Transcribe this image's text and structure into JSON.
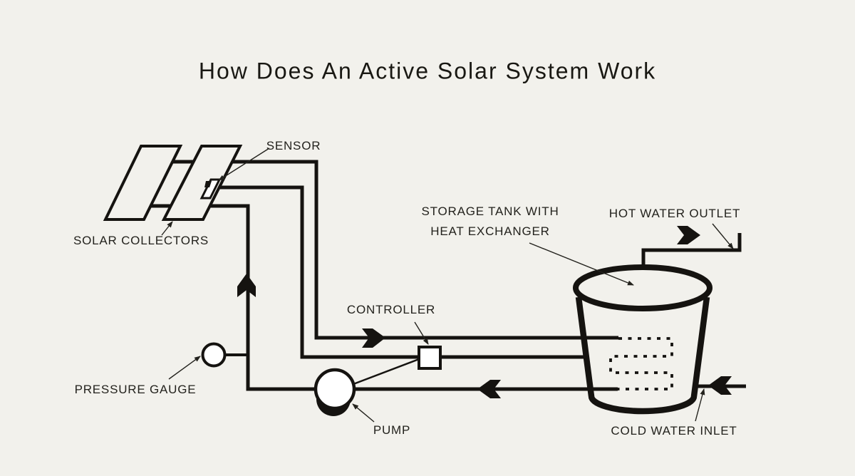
{
  "title": "How Does An Active Solar System Work",
  "labels": {
    "sensor": "SENSOR",
    "solar_collectors": "SOLAR COLLECTORS",
    "storage_tank_line1": "STORAGE TANK WITH",
    "storage_tank_line2": "HEAT EXCHANGER",
    "hot_water_outlet": "HOT WATER OUTLET",
    "controller": "CONTROLLER",
    "pressure_gauge": "PRESSURE GAUGE",
    "pump": "PUMP",
    "cold_water_inlet": "COLD WATER INLET"
  },
  "colors": {
    "background": "#f2f1ec",
    "line": "#151310",
    "text": "#23221d",
    "component_fill": "#ffffff"
  },
  "components": [
    "solar-collectors",
    "sensor",
    "controller",
    "pressure-gauge",
    "pump",
    "storage-tank-with-heat-exchanger",
    "hot-water-outlet",
    "cold-water-inlet"
  ]
}
